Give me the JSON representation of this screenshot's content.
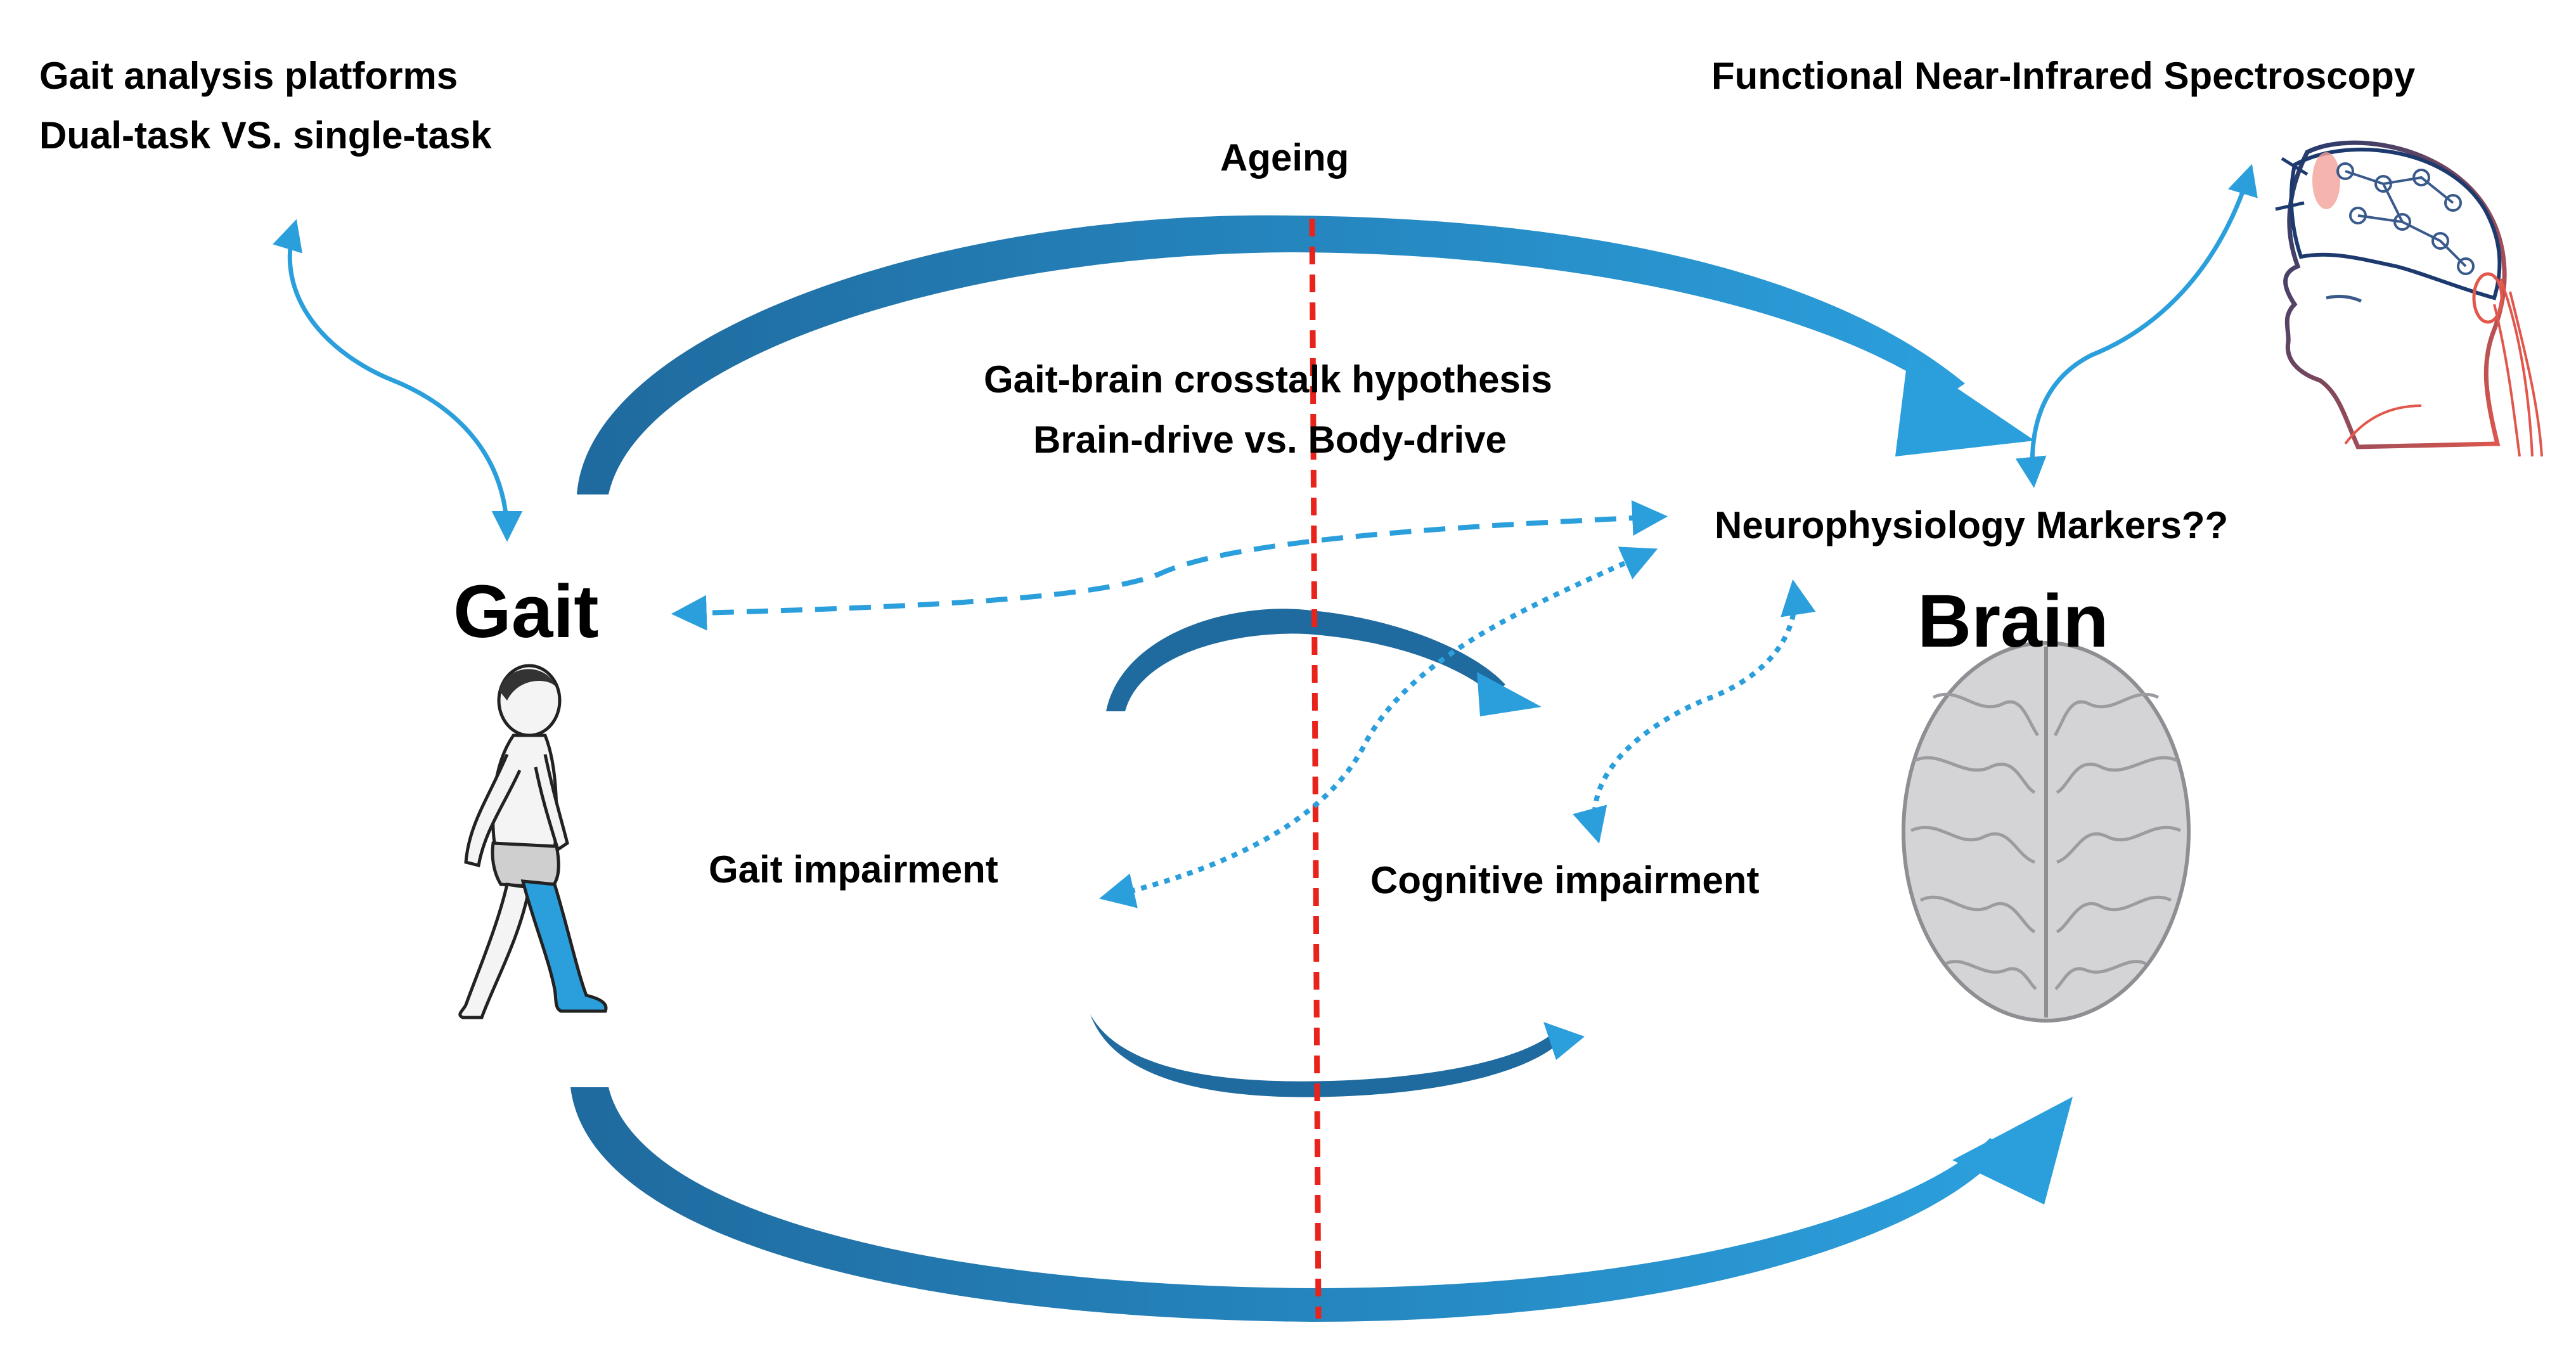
{
  "labels": {
    "gait_platforms_line1": "Gait analysis platforms",
    "gait_platforms_line2": "Dual-task VS. single-task",
    "fnirs": "Functional Near-Infrared Spectroscopy",
    "ageing": "Ageing",
    "crosstalk_line1": "Gait-brain crosstalk hypothesis",
    "crosstalk_line2": "Brain-drive vs. Body-drive",
    "neuro_markers": "Neurophysiology Markers??",
    "gait": "Gait",
    "brain": "Brain",
    "gait_impairment": "Gait impairment",
    "cognitive_impairment": "Cognitive impairment"
  },
  "colors": {
    "arrow_blue": "#2b9fdc",
    "arrow_dark": "#1f6a9e",
    "divider_red": "#e8231c",
    "brain_gray": "#d4d4d6",
    "brain_line": "#8f8f93",
    "head_navy": "#1d3a6e",
    "head_red": "#e2574c",
    "leg_blue": "#2b9fdc"
  },
  "icons": {
    "walking_person": "walking-person-icon",
    "brain": "brain-icon",
    "fnirs_head": "fnirs-head-icon"
  }
}
